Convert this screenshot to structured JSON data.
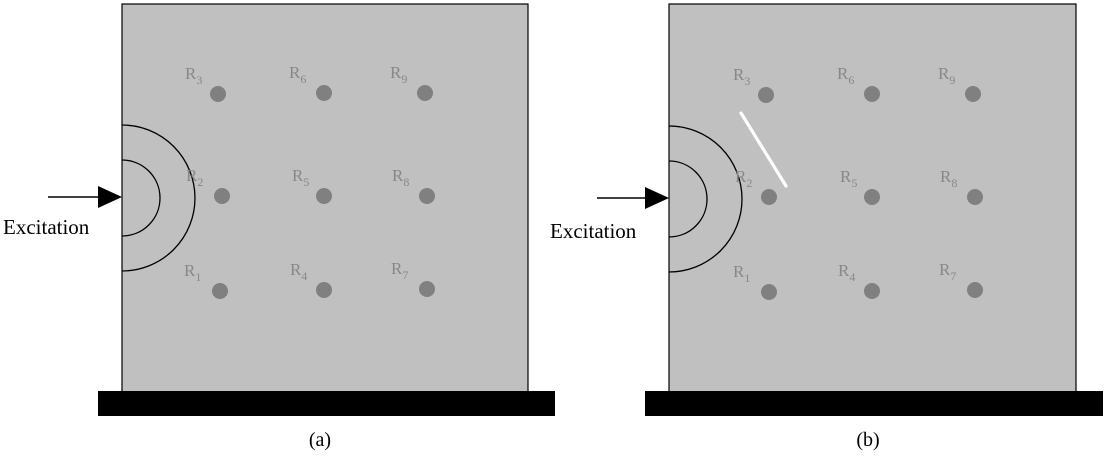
{
  "panels": [
    {
      "caption": "(a)",
      "excitation_label": "Excitation",
      "has_crack": false,
      "receivers": [
        {
          "prefix": "R",
          "index": "1"
        },
        {
          "prefix": "R",
          "index": "2"
        },
        {
          "prefix": "R",
          "index": "3"
        },
        {
          "prefix": "R",
          "index": "4"
        },
        {
          "prefix": "R",
          "index": "5"
        },
        {
          "prefix": "R",
          "index": "6"
        },
        {
          "prefix": "R",
          "index": "7"
        },
        {
          "prefix": "R",
          "index": "8"
        },
        {
          "prefix": "R",
          "index": "9"
        }
      ]
    },
    {
      "caption": "(b)",
      "excitation_label": "Excitation",
      "has_crack": true,
      "receivers": [
        {
          "prefix": "R",
          "index": "1"
        },
        {
          "prefix": "R",
          "index": "2"
        },
        {
          "prefix": "R",
          "index": "3"
        },
        {
          "prefix": "R",
          "index": "4"
        },
        {
          "prefix": "R",
          "index": "5"
        },
        {
          "prefix": "R",
          "index": "6"
        },
        {
          "prefix": "R",
          "index": "7"
        },
        {
          "prefix": "R",
          "index": "8"
        },
        {
          "prefix": "R",
          "index": "9"
        }
      ]
    }
  ],
  "colors": {
    "plate": "#c0c0c0",
    "receiver": "#808080",
    "base": "#000000",
    "crack": "#ffffff"
  }
}
